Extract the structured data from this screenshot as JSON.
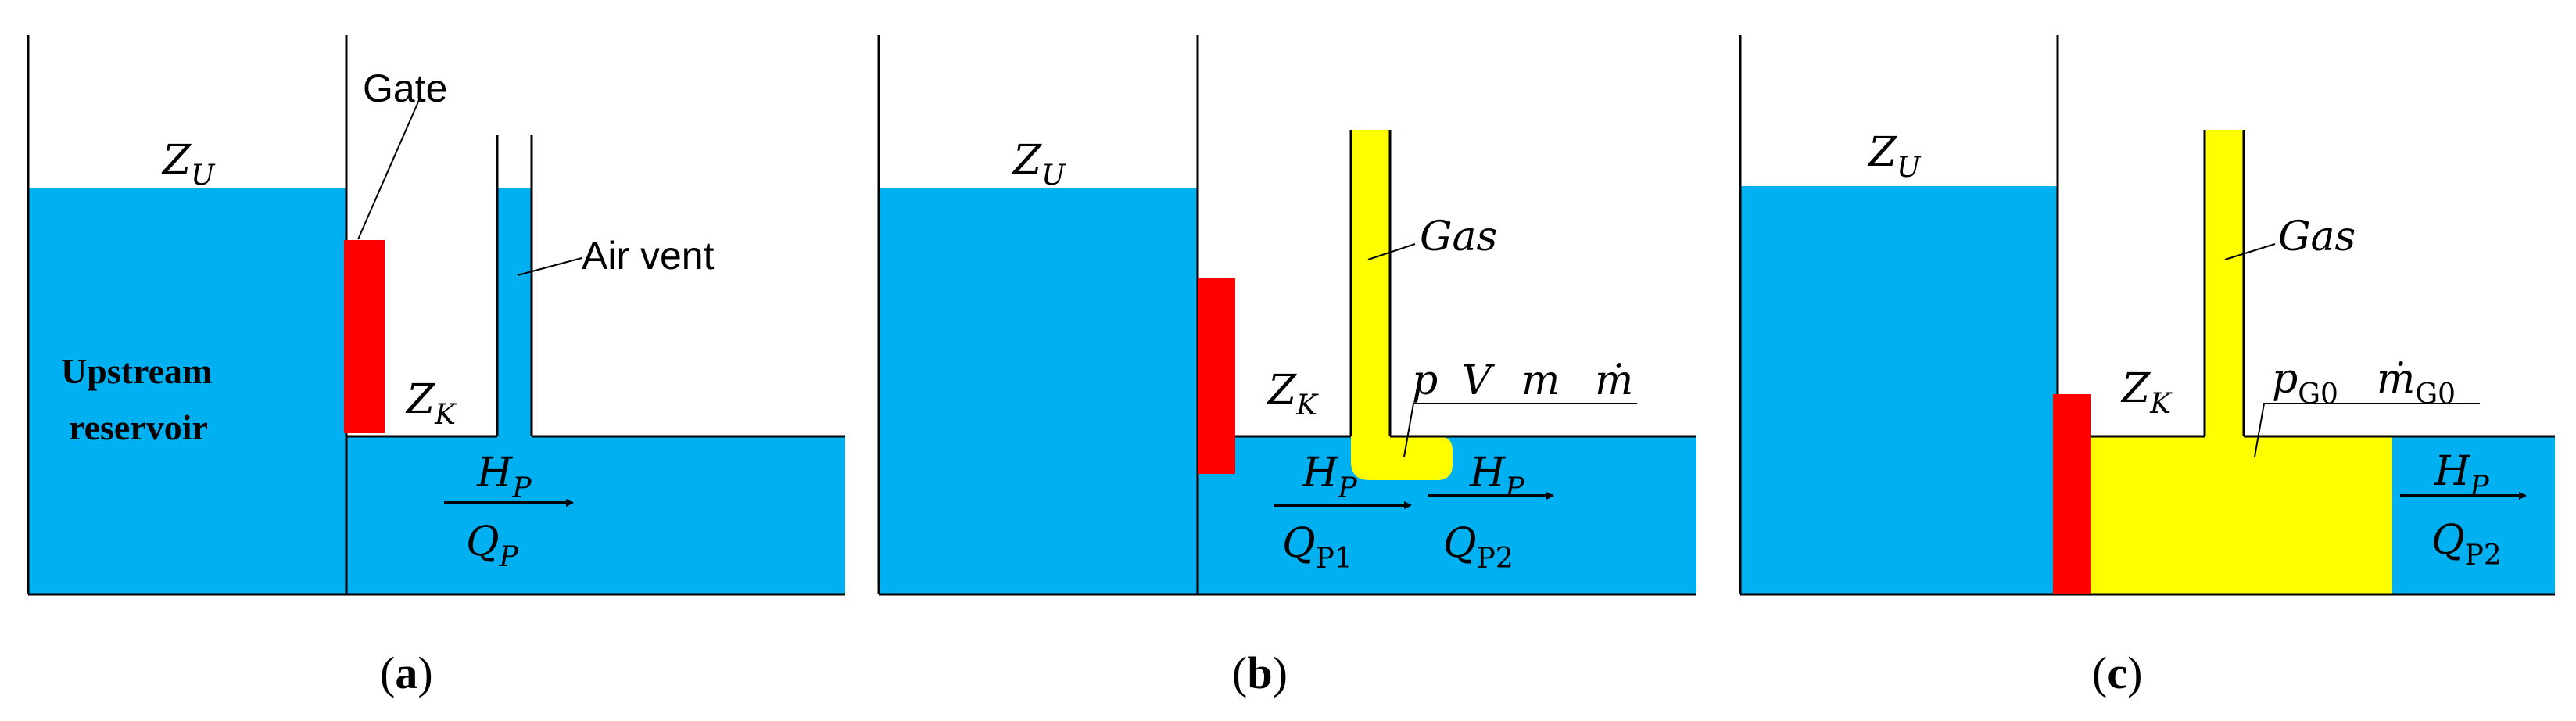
{
  "colors": {
    "water": "#00b0f0",
    "gas": "#ffff00",
    "gate": "#ff0000",
    "line": "#000000",
    "background": "#ffffff"
  },
  "panel_a": {
    "caption_open": "(",
    "caption_letter": "a",
    "caption_close": ")",
    "zu": {
      "base": "Z",
      "sub": "U"
    },
    "gate_label": "Gate",
    "air_vent_label": "Air vent",
    "reservoir_line1": "Upstream",
    "reservoir_line2": "reservoir",
    "zk": {
      "base": "Z",
      "sub": "K"
    },
    "hp": {
      "base": "H",
      "sub": "P"
    },
    "qp": {
      "base": "Q",
      "sub": "P"
    }
  },
  "panel_b": {
    "caption_open": "(",
    "caption_letter": "b",
    "caption_close": ")",
    "zu": {
      "base": "Z",
      "sub": "U"
    },
    "gas_label": "Gas",
    "zk": {
      "base": "Z",
      "sub": "K"
    },
    "p": "p",
    "v": "V",
    "m": "m",
    "mdot": "ṁ",
    "hp1": {
      "base": "H",
      "sub": "P"
    },
    "qp1": {
      "base": "Q",
      "sub": "P1"
    },
    "hp2": {
      "base": "H",
      "sub": "P"
    },
    "qp2": {
      "base": "Q",
      "sub": "P2"
    }
  },
  "panel_c": {
    "caption_open": "(",
    "caption_letter": "c",
    "caption_close": ")",
    "zu": {
      "base": "Z",
      "sub": "U"
    },
    "gas_label": "Gas",
    "zk": {
      "base": "Z",
      "sub": "K"
    },
    "pg0": {
      "base": "p",
      "sub": "G0"
    },
    "mdotg0": {
      "base": "ṁ",
      "sub": "G0"
    },
    "hp": {
      "base": "H",
      "sub": "P"
    },
    "qp2": {
      "base": "Q",
      "sub": "P2"
    }
  }
}
